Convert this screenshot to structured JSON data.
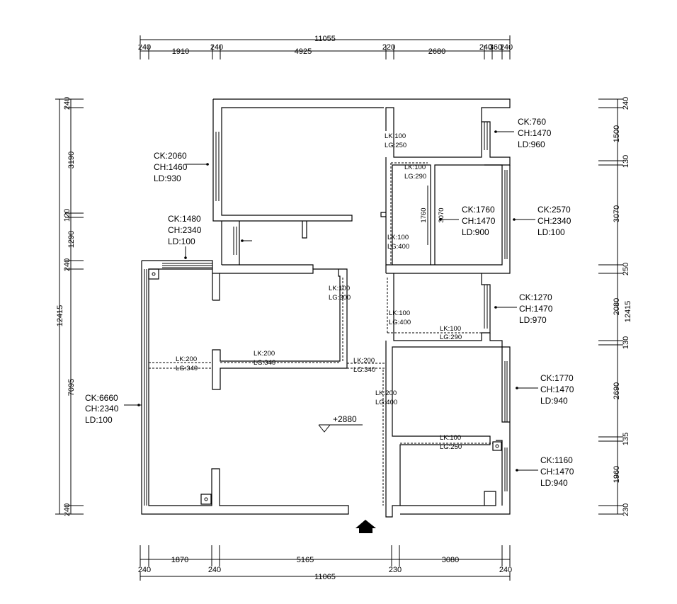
{
  "dimensions": {
    "top_total": "11055",
    "top_segments": [
      "240",
      "1910",
      "240",
      "4925",
      "220",
      "2680",
      "240",
      "360",
      "240"
    ],
    "bottom_total": "11065",
    "bottom_segments": [
      "240",
      "1870",
      "240",
      "5165",
      "230",
      "3080",
      "240"
    ],
    "left_total": "12415",
    "left_segments": [
      "240",
      "3190",
      "120",
      "1290",
      "240",
      "7095",
      "240"
    ],
    "right_total": "12415",
    "right_segments": [
      "240",
      "1500",
      "130",
      "3070",
      "250",
      "2080",
      "130",
      "2690",
      "135",
      "1960",
      "230"
    ]
  },
  "windows": [
    {
      "ck": "CK:2060",
      "ch": "CH:1460",
      "ld": "LD:930"
    },
    {
      "ck": "CK:1480",
      "ch": "CH:2340",
      "ld": "LD:100"
    },
    {
      "ck": "CK:6660",
      "ch": "CH:2340",
      "ld": "LD:100"
    },
    {
      "ck": "CK:760",
      "ch": "CH:1470",
      "ld": "LD:960"
    },
    {
      "ck": "CK:1760",
      "ch": "CH:1470",
      "ld": "LD:900"
    },
    {
      "ck": "CK:2570",
      "ch": "CH:2340",
      "ld": "LD:100"
    },
    {
      "ck": "CK:1270",
      "ch": "CH:1470",
      "ld": "LD:970"
    },
    {
      "ck": "CK:1770",
      "ch": "CH:1470",
      "ld": "LD:940"
    },
    {
      "ck": "CK:1160",
      "ch": "CH:1470",
      "ld": "LD:940"
    }
  ],
  "beams": [
    {
      "lk": "LK:100",
      "lg": "LG:250"
    },
    {
      "lk": "LK:100",
      "lg": "LG:290"
    },
    {
      "lk": "LK:100",
      "lg": "LG:400"
    },
    {
      "lk": "LK:100",
      "lg": "LG:300"
    },
    {
      "lk": "LK:100",
      "lg": "LG:400"
    },
    {
      "lk": "LK:100",
      "lg": "LG:290"
    },
    {
      "lk": "LK:200",
      "lg": "LG:340"
    },
    {
      "lk": "LK:200",
      "lg": "LG:340"
    },
    {
      "lk": "LK:200",
      "lg": "LG:340"
    },
    {
      "lk": "LK:200",
      "lg": "LG:400"
    },
    {
      "lk": "LK:100",
      "lg": "LG:250"
    }
  ],
  "small_dims": [
    "1760",
    "3070"
  ],
  "elevation": "+2880"
}
